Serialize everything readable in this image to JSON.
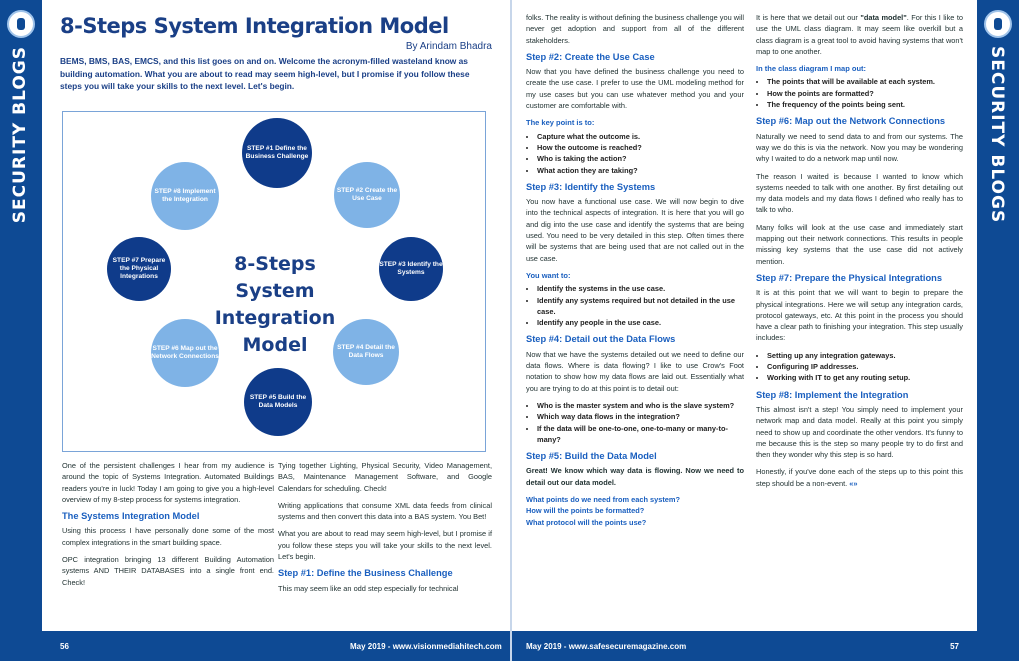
{
  "sidebar": {
    "label": "SECURITY BLOGS"
  },
  "article": {
    "title": "8-Steps System Integration Model",
    "author": "By Arindam Bhadra",
    "intro": "BEMS, BMS, BAS, EMCS, and this list goes on and on. Welcome the acronym-filled wasteland know as building automation. What you are about to read may seem high-level, but I promise if you follow these steps you will take your skills to the next level. Let's begin."
  },
  "diagram": {
    "title_line1": "8-Steps System",
    "title_line2": "Integration Model",
    "steps": [
      {
        "label": "STEP #1 Define the Business Challenge"
      },
      {
        "label": "STEP #2 Create the Use Case"
      },
      {
        "label": "STEP #3 Identify the Systems"
      },
      {
        "label": "STEP #4 Detail the Data Flows"
      },
      {
        "label": "STEP #5 Build the Data Models"
      },
      {
        "label": "STEP #6 Map out the Network Connections"
      },
      {
        "label": "STEP #7 Prepare the Physical Integrations"
      },
      {
        "label": "STEP #8 Implement the Integration"
      }
    ]
  },
  "left_col1": {
    "p1": "One of the persistent challenges I hear from my audience is around the topic of Systems Integration. Automated Buildings readers you're in luck! Today I am going to give you a high-level overview of my 8-step process for systems integration.",
    "h1": "The Systems Integration Model",
    "p2": "Using this process I have personally done some of the most complex integrations in the smart building space.",
    "p3": "OPC integration bringing 13 different Building Automation systems AND THEIR DATABASES into a single front end. Check!"
  },
  "left_col2": {
    "p1": "Tying together Lighting, Physical Security, Video Management, BAS, Maintenance Management Software, and Google Calendars for scheduling. Check!",
    "p2": "Writing applications that consume XML data feeds from clinical systems and then convert this data into a BAS system. You Bet!",
    "p3": "What you are about to read may seem high-level, but I promise if you follow these steps you will take your skills to the next level. Let's begin.",
    "h1": "Step #1: Define the Business Challenge",
    "p4": "This may seem like an odd step especially for technical"
  },
  "right_col1": {
    "p1": "folks. The reality is without defining the business challenge you will never get adoption and support from all of the different stakeholders.",
    "h2": "Step #2: Create the Use Case",
    "p2": "Now that you have defined the business challenge you need to create the use case. I prefer to use the UML modeling method for my use cases but you can use whatever method you and your customer are comfortable with.",
    "key_title": "The key point is to:",
    "key_points": [
      "Capture what the outcome is.",
      "How the outcome is reached?",
      "Who is taking the action?",
      "What action they are taking?"
    ],
    "h3": "Step #3: Identify the Systems",
    "p3": "You now have a functional use case. We will now begin to dive into the technical aspects of integration. It is here that you will go and dig into the use case and identify the systems that are being used. You need to be very detailed in this step. Often times there will be systems that are being used that are not called out in the use case.",
    "want_title": "You want to:",
    "want_points": [
      "Identify the systems in the use case.",
      "Identify any systems required but not detailed in the use case.",
      "Identify any people in the use case."
    ],
    "h4": "Step #4: Detail out the Data Flows",
    "p4": "Now that we have the systems detailed out we need to define our data flows. Where is data flowing? I like to use Crow's Foot notation to show how my data flows are laid out. Essentially what you are trying to do at this point is to detail out:",
    "flow_points": [
      "Who is the master system and who is the slave system?",
      "Which way data flows in the integration?",
      "If the data will be one-to-one, one-to-many or many-to-many?"
    ],
    "h5": "Step #5: Build the Data Model",
    "p5": "Great! We know which way data is flowing. Now we need to detail out our data model.",
    "q1": "What points do we need from each system?",
    "q2": "How will the points be formatted?",
    "q3": "What protocol will the points use?"
  },
  "right_col2": {
    "p1_a": "It is here that we detail out our ",
    "p1_b": "\"data model\"",
    "p1_c": ". For this I like to use the UML class diagram. It may seem like overkill but a class diagram is a great tool to avoid having systems that won't map to one another.",
    "class_title": "In the class diagram I map out:",
    "class_points": [
      "The points that will be available at each system.",
      "How the points are formatted?",
      "The frequency of the points being sent."
    ],
    "h6": "Step #6: Map out the Network Connections",
    "p2": "Naturally we need to send data to and from our systems. The way we do this is via the network. Now you may be wondering why I waited to do a network map until now.",
    "p3": "The reason I waited is because I wanted to know which systems needed to talk with one another. By first detailing out my data models and my data flows I defined who really has to talk to who.",
    "p4": "Many folks will look at the use case and immediately start mapping out their network connections. This results in people missing key systems that the use case did not actively mention.",
    "h7": "Step #7: Prepare the Physical Integrations",
    "p5": "It is at this point that we will want to begin to prepare the physical integrations. Here we will setup any integration cards, protocol gateways, etc. At this point in the process you should have a clear path to finishing your integration. This step usually includes:",
    "phys_points": [
      "Setting up any integration gateways.",
      "Configuring IP addresses.",
      "Working with IT to get any routing setup."
    ],
    "h8": "Step #8: Implement the Integration",
    "p6": "This almost isn't a step! You simply need to implement your network map and data model. Really at this point you simply need to show up and coordinate the other vendors. It's funny to me because this is the step so many people try to do first and then they wonder why this step is so hard.",
    "p7": "Honestly, if you've done each of the steps up to this point this step should be a non-event.",
    "end_mark": "«»"
  },
  "footer_left": {
    "page": "56",
    "text": "May 2019 - www.visionmediahitech.com"
  },
  "footer_right": {
    "page": "57",
    "text": "May 2019 - www.safesecuremagazine.com"
  }
}
